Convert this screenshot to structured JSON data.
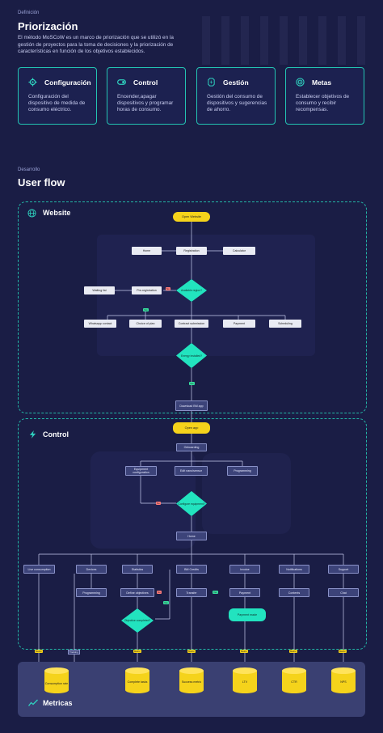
{
  "header": {
    "section_label": "Definición",
    "title": "Priorización",
    "intro": "El método MoSCoW es un marco de priorización que se utilizó en la gestión de proyectos para la toma de decisiones y la priorización de características en función de los objetivos establecidos."
  },
  "cards": [
    {
      "icon": "gear-icon",
      "title": "Configuración",
      "desc": "Configuración del dispositivo de medida de consumo eléctrico."
    },
    {
      "icon": "toggle-icon",
      "title": "Control",
      "desc": "Encender,apagar dispositivos y programar horas de consumo."
    },
    {
      "icon": "bolt-icon",
      "title": "Gestión",
      "desc": "Gestión del consumo de dispositivos y sugerencias de ahorro."
    },
    {
      "icon": "target-icon",
      "title": "Metas",
      "desc": "Establecer objetivos de consumo y recibir recompensas."
    }
  ],
  "userflow": {
    "section_label": "Desarrollo",
    "title": "User flow"
  },
  "website": {
    "title": "Website",
    "open": "Open Website",
    "home": "Home",
    "registration": "Registration",
    "calculator": "Calculator",
    "waiting_list": "Waiting list",
    "pre_registration": "Pre-registration",
    "available_region": "Available region?",
    "whatsapp": "Whatsapp contact",
    "choice_plan": "Choice of plan",
    "contract": "Contract submission",
    "payment": "Payment",
    "scheduling": "Scheduling",
    "energy_installed": "Energy installed?",
    "download": "Download BM app",
    "tag_no": "No",
    "tag_yes": "Yes"
  },
  "control": {
    "title": "Control",
    "open_app": "Open app",
    "onboarding": "Onboarding",
    "equipment": "Equipment configuration",
    "edit_nano": "Edit nano/sensor",
    "programming": "Programming",
    "configure": "Configure equipment?",
    "home": "Home",
    "live": "Live consumption",
    "devices": "Devices",
    "statistics": "Statistics",
    "bm_credits": "BM Credits",
    "invoice": "Invoice",
    "notifications": "Notifications",
    "support": "Support",
    "programming2": "Programming",
    "define_objectives": "Define objectives",
    "transfer": "Transfer",
    "payment": "Payment",
    "contents": "Contents",
    "chat": "Chat",
    "objective_completed": "Objective completed?",
    "payment_made": "Payment made"
  },
  "metrics": {
    "title": "Metricas",
    "items": [
      "Consumption rate",
      "Complete tasks",
      "Success metric",
      "LTV",
      "CTR",
      "NPS"
    ],
    "tag": "Metric",
    "tag_alt": "Tracking"
  }
}
